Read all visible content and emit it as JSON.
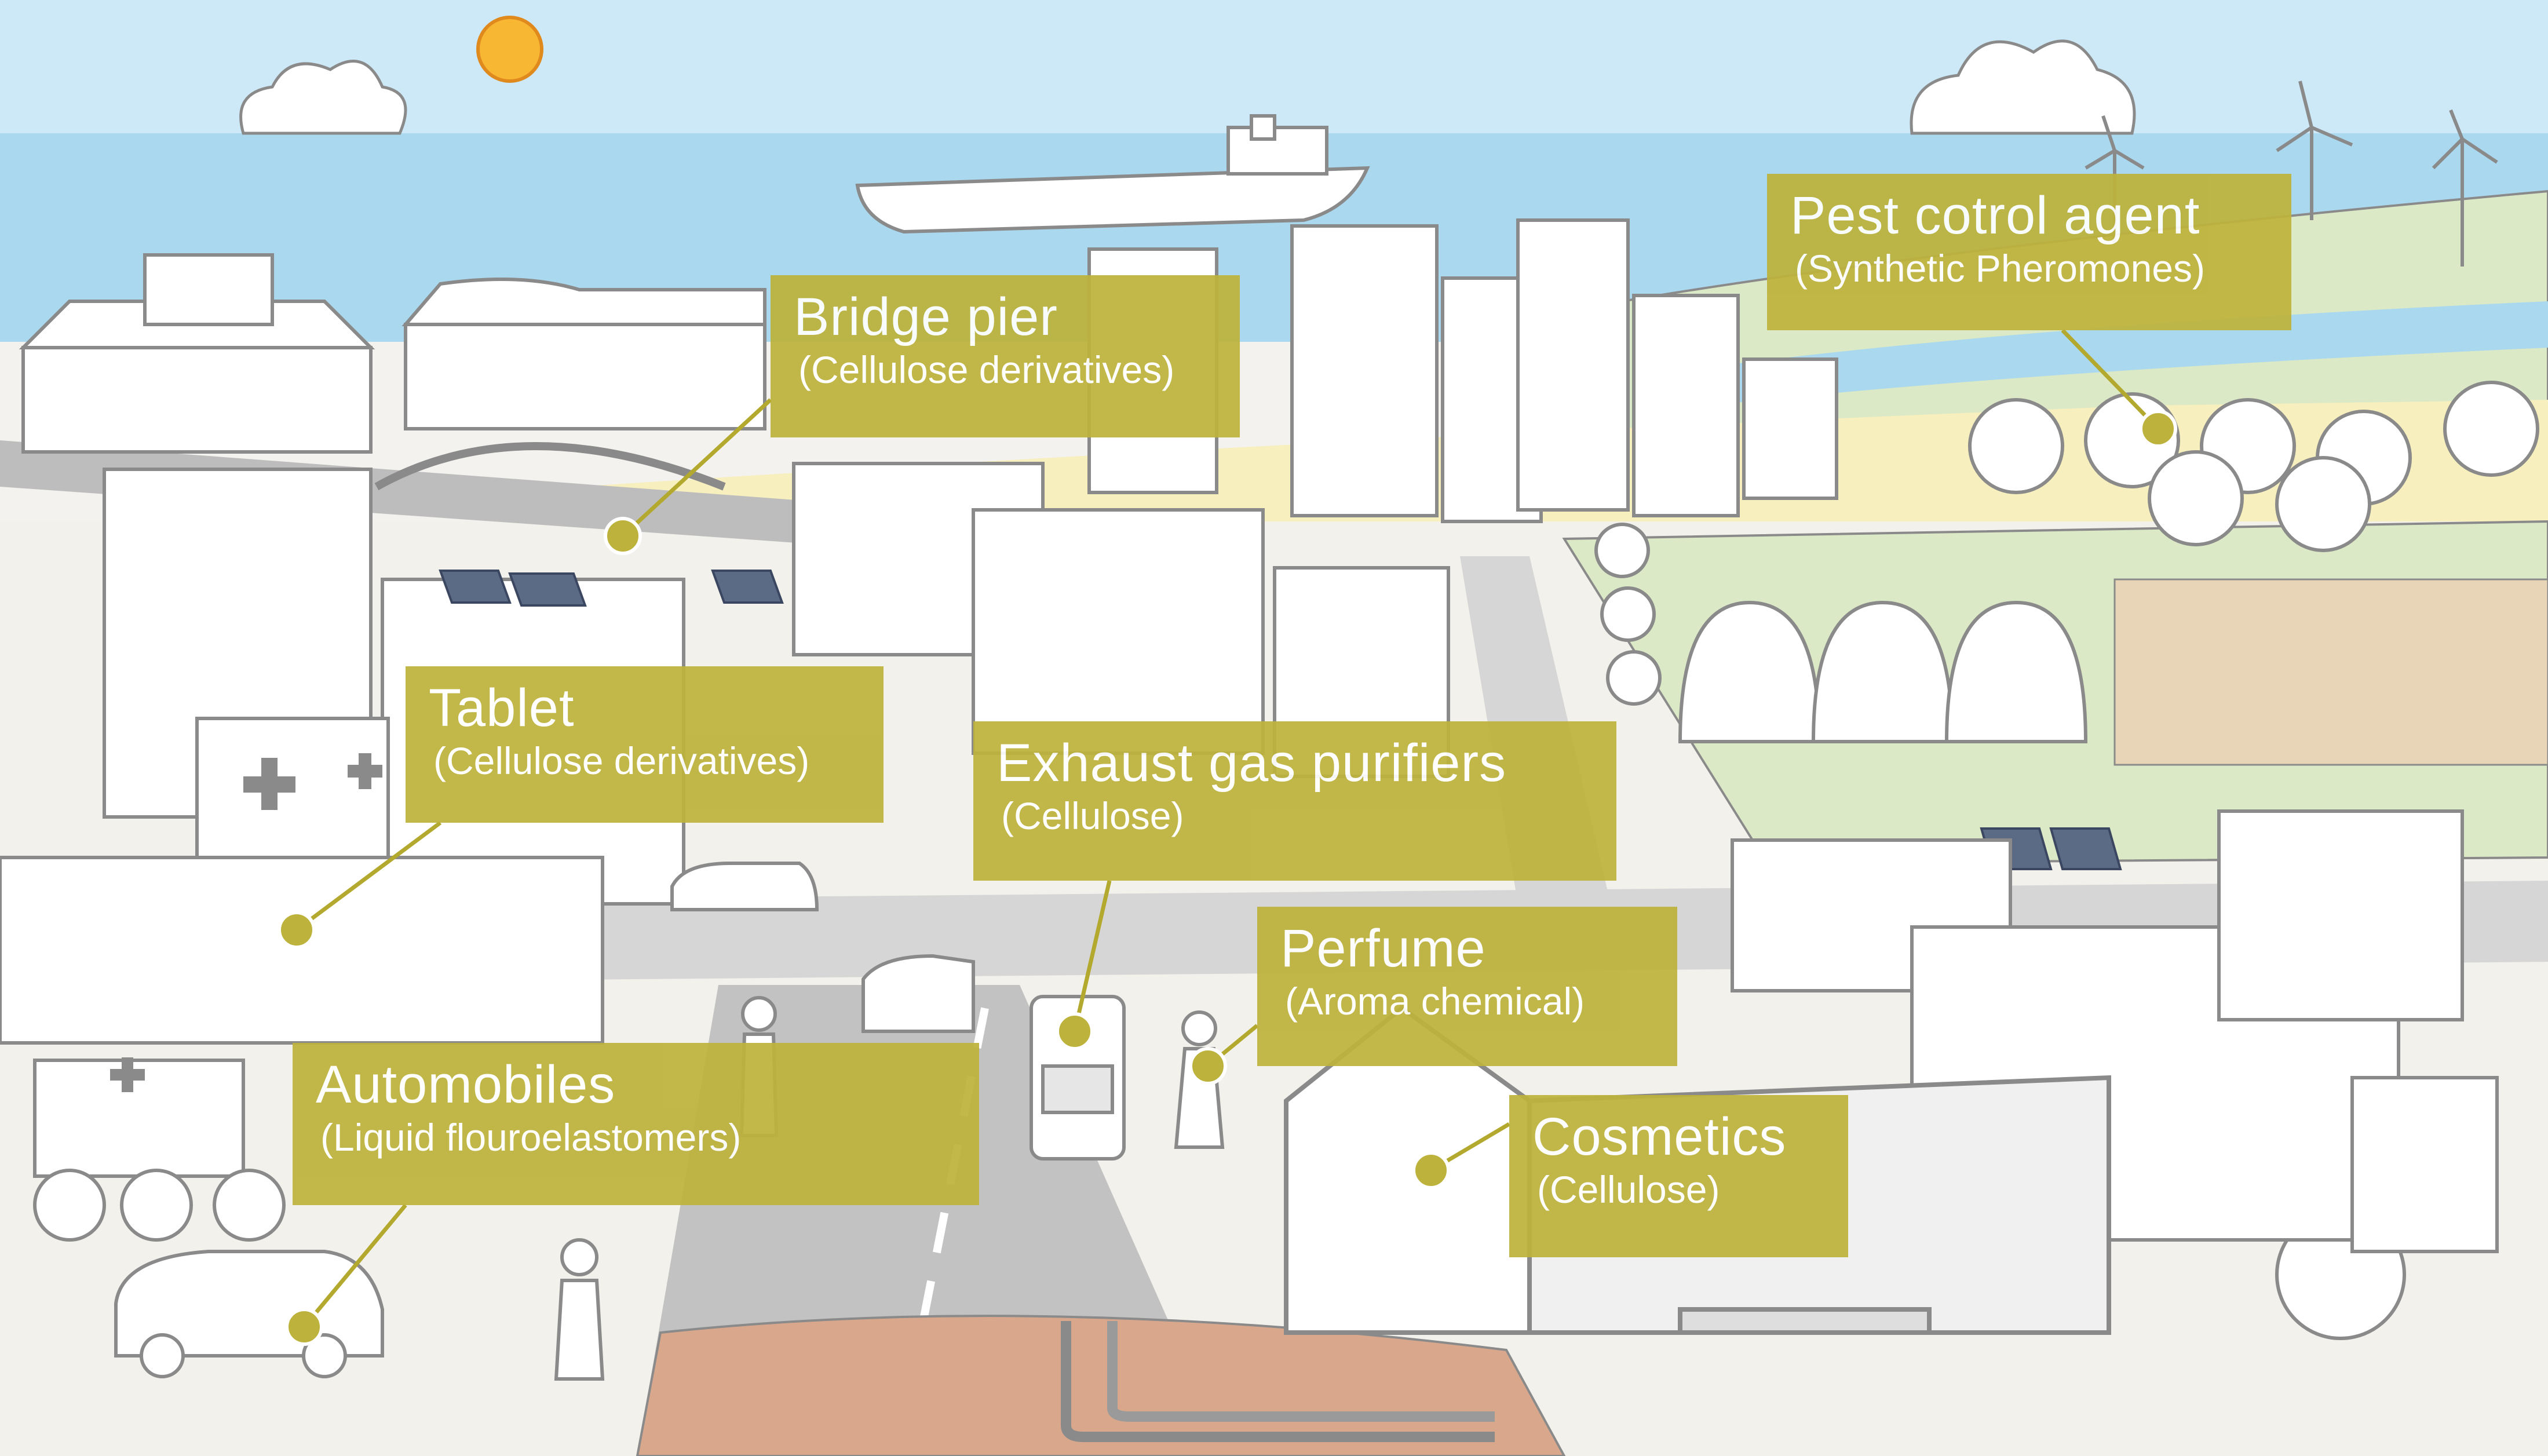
{
  "colors": {
    "sky": "#cde9f7",
    "sea": "#a9d8ef",
    "callout": "#bdb33c",
    "leader": "#b3a92e",
    "grass": "#dbe9c6",
    "sand": "#f7efbd",
    "road": "#c2c2c2",
    "soil": "#d9a88c"
  },
  "icons": [
    "sun-icon",
    "cloud-icon",
    "tanker-ship-icon",
    "wind-turbine-icon",
    "solar-panel-icon",
    "hospital-cross-icon",
    "car-icon",
    "bus-icon",
    "tree-icon",
    "greenhouse-icon",
    "person-icon"
  ],
  "callouts": [
    {
      "id": "bridge-pier",
      "title": "Bridge pier",
      "subtitle": "(Cellulose derivatives)"
    },
    {
      "id": "pest-control",
      "title": "Pest cotrol agent",
      "subtitle": "(Synthetic Pheromones)"
    },
    {
      "id": "tablet",
      "title": "Tablet",
      "subtitle": "(Cellulose derivatives)"
    },
    {
      "id": "exhaust",
      "title": "Exhaust gas purifiers",
      "subtitle": "(Cellulose)"
    },
    {
      "id": "perfume",
      "title": "Perfume",
      "subtitle": "(Aroma chemical)"
    },
    {
      "id": "automobiles",
      "title": "Automobiles",
      "subtitle": "(Liquid flouroelastomers)"
    },
    {
      "id": "cosmetics",
      "title": "Cosmetics",
      "subtitle": "(Cellulose)"
    }
  ]
}
